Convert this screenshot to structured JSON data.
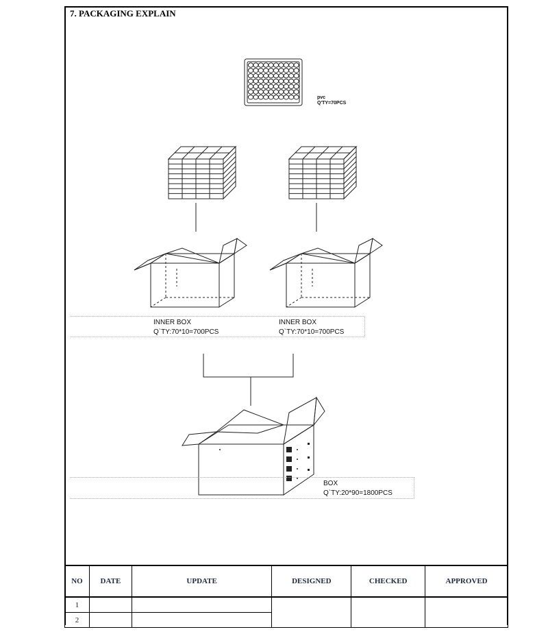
{
  "title": "7. PACKAGING    EXPLAIN",
  "tray": {
    "line1": "pvc",
    "line2": "Q'TY=70PCS"
  },
  "inner_boxes": [
    {
      "name": "INNER BOX",
      "qty": "Q`TY:70*10=700PCS"
    },
    {
      "name": "INNER BOX",
      "qty": "Q`TY:70*10=700PCS"
    }
  ],
  "outer_box": {
    "name": "BOX",
    "qty": "Q`TY:20*90=1800PCS"
  },
  "table": {
    "headers": [
      "NO",
      "DATE",
      "UPDATE",
      "DESIGNED",
      "CHECKED",
      "APPROVED"
    ],
    "rows": [
      {
        "no": "1"
      },
      {
        "no": "2"
      }
    ]
  }
}
